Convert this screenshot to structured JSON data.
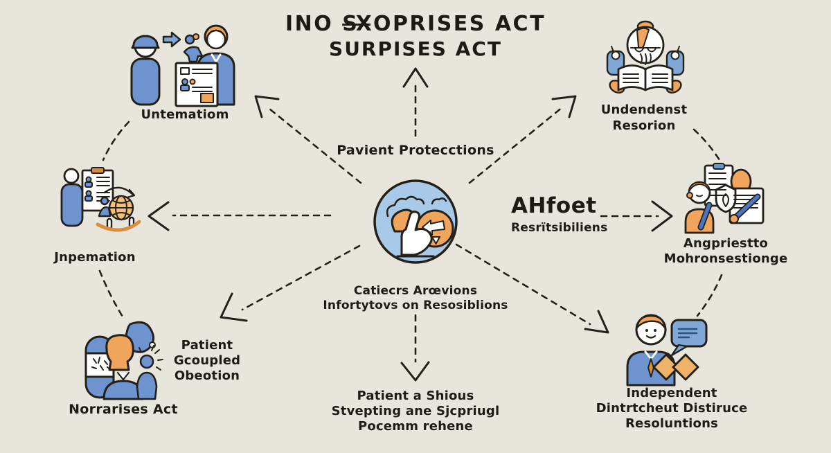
{
  "title": {
    "part1": "INO",
    "ligature": "SX",
    "part2": "OPRISES ACT",
    "line2": "SURPISES ACT"
  },
  "center": {
    "label_top": "Pavient Protecctions",
    "label_bottom_line1": "Catiecrs Arœvions",
    "label_bottom_line2": "Infortytovs on Resosiblions"
  },
  "right_note": {
    "big": "AHfoet",
    "small": "Resrïtsibiliens"
  },
  "bottom_note": {
    "line1": "Patient a Shious",
    "line2": "Stvepting ane Sjcpriugl",
    "line3": "Pocemm rehene"
  },
  "nodes": {
    "top_left": {
      "label": "Untematiom"
    },
    "mid_left": {
      "label": "Jnpemation"
    },
    "bottom_left": {
      "label": "Norrarises Act",
      "side": [
        "Patient",
        "Gcoupled",
        "Obeotion"
      ]
    },
    "top_right": {
      "lines": [
        "Undendenst",
        "Resorion"
      ]
    },
    "mid_right": {
      "lines": [
        "Angpriestto",
        "Mohronsestionge"
      ]
    },
    "bottom_right": {
      "lines": [
        "Independent",
        "Dintrtcheut Distiruce",
        "Resoluntions"
      ]
    }
  },
  "colors": {
    "bg": "#e8e6dc",
    "ink": "#23201a",
    "blue": "#6d94cf",
    "blue-light": "#a9c9e9",
    "blue-soft": "#7fa8d9",
    "orange": "#f0a55c",
    "orange-deep": "#d98e3f",
    "text": "#1d1b16"
  }
}
